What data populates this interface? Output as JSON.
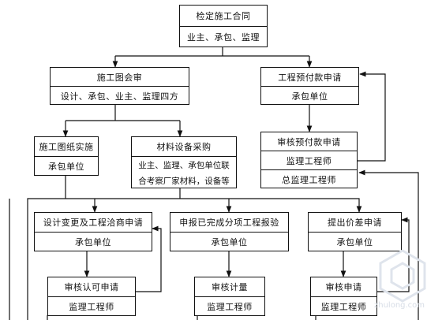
{
  "diagram": {
    "box_contract": {
      "title": "检定施工合同",
      "rows": [
        "业主、承包、监理"
      ]
    },
    "box_drawing_review": {
      "title": "施工图会审",
      "rows": [
        "设计、承包、业主、监理四方"
      ]
    },
    "box_advance_request": {
      "title": "工程预付款申请",
      "rows": [
        "承包单位"
      ]
    },
    "box_drawing_impl": {
      "title": "施工图纸实施",
      "rows": [
        "承包单位"
      ]
    },
    "box_procurement": {
      "title": "材料设备采购",
      "rows": [
        "业主、监理、承包单位联",
        "合考察厂家材料，设备等"
      ]
    },
    "box_review_advance": {
      "title": "审核预付款申请",
      "rows": [
        "监理工程师",
        "总监理工程师"
      ]
    },
    "box_design_change": {
      "title": "设计变更及工程洽商申请",
      "rows": [
        "承包单位"
      ]
    },
    "box_completed_report": {
      "title": "申报已完成分项工程报验",
      "rows": [
        "承包单位"
      ]
    },
    "box_price_diff": {
      "title": "提出价差申请",
      "rows": [
        "承包单位"
      ]
    },
    "box_review_approval": {
      "title": "审核认可申请",
      "rows": [
        "监理工程师"
      ]
    },
    "box_review_measure": {
      "title": "审核计量",
      "rows": [
        "监理工程师"
      ]
    },
    "box_review_request": {
      "title": "审核申请",
      "rows": [
        "监理工程师"
      ]
    }
  },
  "watermark": {
    "text": "zhulong.com"
  }
}
